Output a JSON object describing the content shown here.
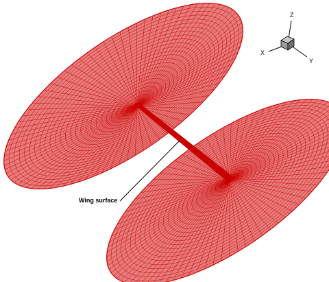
{
  "figure": {
    "mesh_color": "#cc0000",
    "line_color": "#000000",
    "annotation": "Wing surface"
  },
  "axes_triad": {
    "z_label": "Z",
    "x_label": "X",
    "y_label": "Y",
    "cube_colors": [
      "#9a9a9a",
      "#c8c8c8",
      "#6e6e6e"
    ]
  }
}
